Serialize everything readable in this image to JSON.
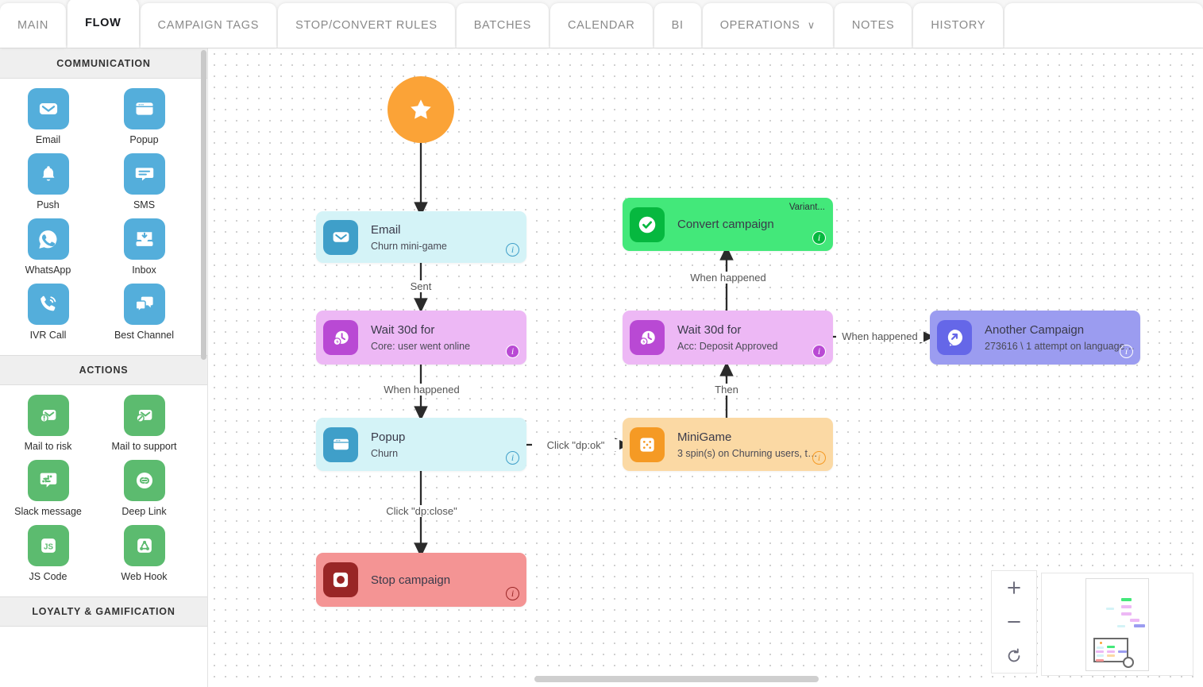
{
  "tabs": [
    {
      "label": "MAIN",
      "active": false,
      "dropdown": false
    },
    {
      "label": "FLOW",
      "active": true,
      "dropdown": false
    },
    {
      "label": "CAMPAIGN TAGS",
      "active": false,
      "dropdown": false
    },
    {
      "label": "STOP/CONVERT RULES",
      "active": false,
      "dropdown": false
    },
    {
      "label": "BATCHES",
      "active": false,
      "dropdown": false
    },
    {
      "label": "CALENDAR",
      "active": false,
      "dropdown": false
    },
    {
      "label": "BI",
      "active": false,
      "dropdown": false
    },
    {
      "label": "OPERATIONS",
      "active": false,
      "dropdown": true,
      "chevron": "∨"
    },
    {
      "label": "NOTES",
      "active": false,
      "dropdown": false
    },
    {
      "label": "HISTORY",
      "active": false,
      "dropdown": false
    }
  ],
  "sidebar": {
    "sections": [
      {
        "title": "COMMUNICATION",
        "color": "blue",
        "items": [
          {
            "label": "Email",
            "icon": "envelope-icon"
          },
          {
            "label": "Popup",
            "icon": "browser-window-icon"
          },
          {
            "label": "Push",
            "icon": "bell-icon"
          },
          {
            "label": "SMS",
            "icon": "chat-bubble-icon"
          },
          {
            "label": "WhatsApp",
            "icon": "whatsapp-icon"
          },
          {
            "label": "Inbox",
            "icon": "inbox-icon"
          },
          {
            "label": "IVR Call",
            "icon": "phone-call-icon"
          },
          {
            "label": "Best Channel",
            "icon": "multi-chat-icon"
          }
        ]
      },
      {
        "title": "ACTIONS",
        "color": "green",
        "items": [
          {
            "label": "Mail to risk",
            "icon": "mail-risk-icon"
          },
          {
            "label": "Mail to support",
            "icon": "mail-support-icon"
          },
          {
            "label": "Slack message",
            "icon": "slack-icon"
          },
          {
            "label": "Deep Link",
            "icon": "deep-link-icon"
          },
          {
            "label": "JS Code",
            "icon": "js-code-icon"
          },
          {
            "label": "Web Hook",
            "icon": "webhook-icon"
          }
        ]
      },
      {
        "title": "LOYALTY & GAMIFICATION",
        "color": "none",
        "items": []
      }
    ]
  },
  "flow": {
    "start": {
      "icon": "star-icon",
      "color": "#fba337"
    },
    "nodes": [
      {
        "id": "email",
        "title": "Email",
        "subtitle": "Churn mini-game",
        "icon": "envelope-icon",
        "info": "i"
      },
      {
        "id": "wait1",
        "title": "Wait 30d for",
        "subtitle": "Core: user went online",
        "icon": "clock-bolt-icon",
        "info": "i"
      },
      {
        "id": "popup",
        "title": "Popup",
        "subtitle": "Churn",
        "icon": "browser-window-icon",
        "info": "i"
      },
      {
        "id": "stop",
        "title": "Stop campaign",
        "subtitle": "",
        "icon": "stop-circle-icon",
        "info": "i"
      },
      {
        "id": "convert",
        "title": "Convert campaign",
        "subtitle": "",
        "icon": "check-circle-icon",
        "info": "i",
        "badge": "Variant..."
      },
      {
        "id": "wait2",
        "title": "Wait 30d for",
        "subtitle": "Acc: Deposit Approved",
        "icon": "clock-bolt-icon",
        "info": "i"
      },
      {
        "id": "minigame",
        "title": "MiniGame",
        "subtitle": "3 spin(s) on Churning users, t…",
        "icon": "dice-icon",
        "info": "i"
      },
      {
        "id": "another",
        "title": "Another Campaign",
        "subtitle": "273616 \\ 1 attempt on language…",
        "icon": "share-arrow-icon",
        "info": "i"
      }
    ],
    "edge_labels": [
      {
        "id": "sent",
        "text": "Sent"
      },
      {
        "id": "when1",
        "text": "When happened"
      },
      {
        "id": "clickclose",
        "text": "Click \"dp:close\""
      },
      {
        "id": "clickok",
        "text": "Click \"dp:ok\""
      },
      {
        "id": "then",
        "text": "Then"
      },
      {
        "id": "when2",
        "text": "When happened"
      },
      {
        "id": "when3",
        "text": "When happened"
      }
    ]
  },
  "controls": {
    "zoom_in": "+",
    "zoom_out": "−",
    "reset": "↺"
  }
}
